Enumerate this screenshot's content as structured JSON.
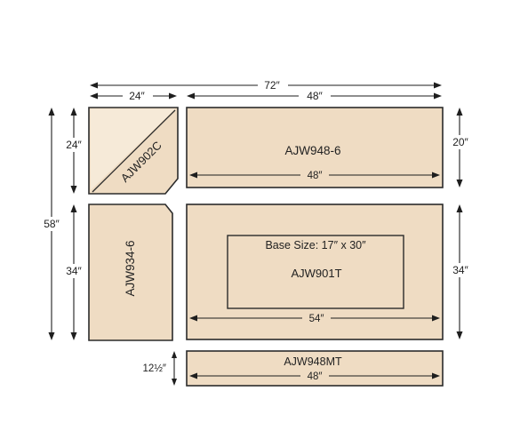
{
  "colors": {
    "panel_fill": "#efdcc3",
    "panel_light_fill": "#f6ead8",
    "outline": "#2b2b2b",
    "dimension_line": "#1e1e1e"
  },
  "dimensions": {
    "overall_width": "72″",
    "corner_width": "24″",
    "top_right_width": "48″",
    "corner_height": "24″",
    "total_height": "58″",
    "left_lower_height": "34″",
    "right_top_height": "20″",
    "right_lower_height": "34″",
    "molding_height": "12½″"
  },
  "panels": {
    "corner": {
      "label": "AJW902C"
    },
    "top_right": {
      "label": "AJW948-6",
      "inner_width": "48″"
    },
    "left_lower": {
      "label": "AJW934-6"
    },
    "main": {
      "label": "AJW901T",
      "base_size": "Base Size: 17″ x 30″",
      "inner_width": "54″"
    },
    "molding": {
      "label": "AJW948MT",
      "inner_width": "48″"
    }
  }
}
